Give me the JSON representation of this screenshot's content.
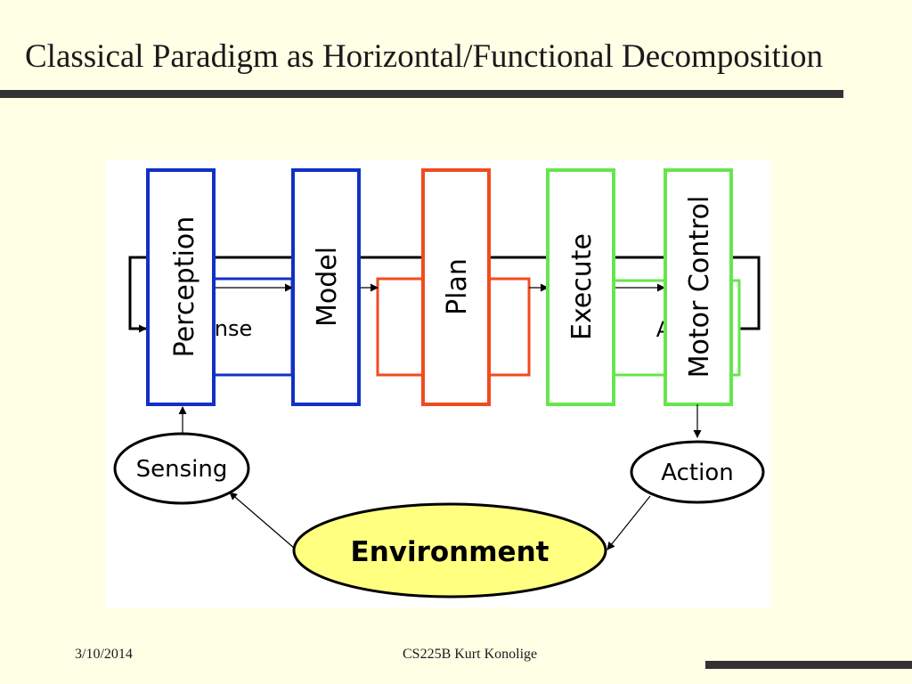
{
  "slide": {
    "title": "Classical Paradigm as Horizontal/Functional Decomposition",
    "footer_date": "3/10/2014",
    "footer_course": "CS225B  Kurt Konolige"
  },
  "diagram": {
    "background_layer": {
      "sense_label": "Sense",
      "act_label": "Act"
    },
    "modules": [
      {
        "label": "Perception",
        "color": "#1030c8"
      },
      {
        "label": "Model",
        "color": "#1030c8"
      },
      {
        "label": "Plan",
        "color": "#f24a1f"
      },
      {
        "label": "Execute",
        "color": "#66e64d"
      },
      {
        "label": "Motor Control",
        "color": "#66e64d"
      }
    ],
    "nodes": {
      "sensing": "Sensing",
      "action": "Action",
      "environment": "Environment"
    },
    "colors": {
      "sense_group": "#1030c8",
      "plan_group": "#f24a1f",
      "act_group": "#66e64d",
      "environment_fill": "#ffff80"
    }
  }
}
